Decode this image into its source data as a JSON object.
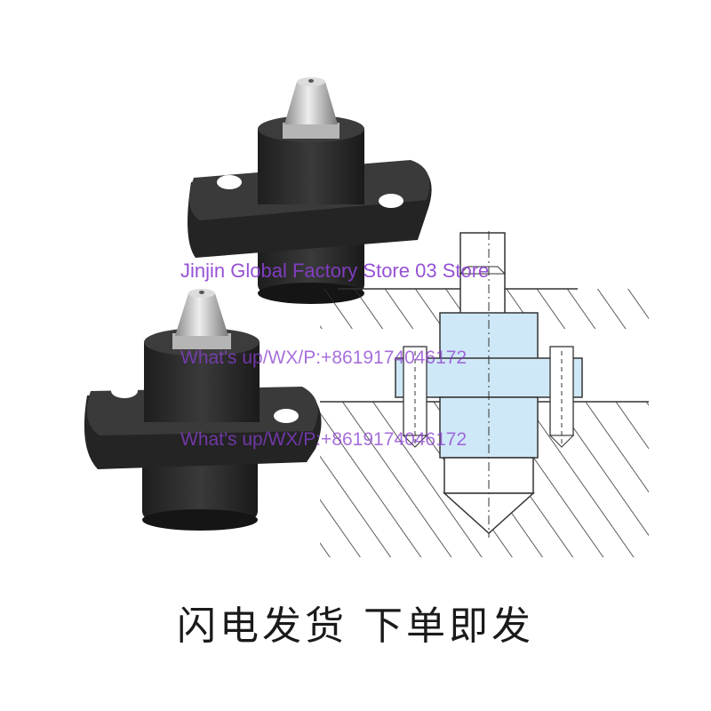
{
  "watermarks": {
    "store": "Jinjin Global Factory Store 03 Store",
    "contact_1": "What's up/WX/P:+8619174046172",
    "contact_2": "What's up/WX/P:+8619174046172"
  },
  "caption": "闪电发货  下单即发",
  "colors": {
    "part_body": "#2b2b2b",
    "part_highlight": "#4a4a4a",
    "pin_metal": "#c8c8c8",
    "diagram_part": "#cfe8f7",
    "diagram_line": "#333333",
    "watermark": "#8a3fd0"
  },
  "objects": [
    "locating-pin-upper-photo",
    "locating-pin-lower-photo",
    "cross-section-diagram"
  ]
}
